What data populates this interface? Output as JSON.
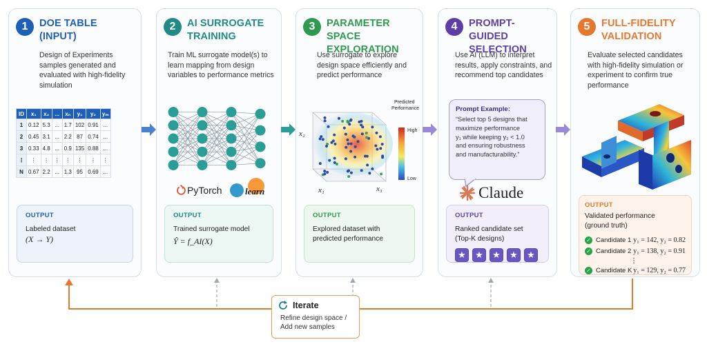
{
  "colors": {
    "step1": "#1e5fb8",
    "step2": "#1f8a86",
    "step3": "#2e9a4f",
    "step4": "#5b3fa6",
    "step5": "#e8772e"
  },
  "steps": [
    {
      "num": "1",
      "title_line1": "DOE TABLE",
      "title_line2": "(INPUT)",
      "desc": "Design of Experiments samples generated and evaluated with high-fidelity simulation",
      "output_label": "OUTPUT",
      "output_line1": "Labeled dataset",
      "output_line2": "(X → Y)"
    },
    {
      "num": "2",
      "title_line1": "AI SURROGATE",
      "title_line2": "TRAINING",
      "desc": "Train ML surrogate model(s) to learn mapping from design variables to performance metrics",
      "output_label": "OUTPUT",
      "output_line1": "Trained surrogate model",
      "output_line2": "Ŷ = f_AI(X)"
    },
    {
      "num": "3",
      "title_line1": "PARAMETER SPACE",
      "title_line2": "EXPLORATION",
      "desc": "Use surrogate to explore design space efficiently and predict performance",
      "output_label": "OUTPUT",
      "output_line1": "Explored dataset with",
      "output_line2": "predicted performance"
    },
    {
      "num": "4",
      "title_line1": "PROMPT-GUIDED",
      "title_line2": "SELECTION",
      "desc": "Use AI (LLM) to interpret results, apply constraints, and recommend top candidates",
      "output_label": "OUTPUT",
      "output_line1": "Ranked candidate set",
      "output_line2": "(Top-K designs)"
    },
    {
      "num": "5",
      "title_line1": "FULL-FIDELITY",
      "title_line2": "VALIDATION",
      "desc": "Evaluate selected candidates with high-fidelity simulation or experiment to confirm true performance",
      "output_label": "OUTPUT",
      "output_line1": "Validated performance",
      "output_line2": "(ground truth)"
    }
  ],
  "doe_table": {
    "headers": [
      "ID",
      "x₁",
      "x₂",
      "...",
      "xₙ",
      "y₁",
      "y₂",
      "yₘ"
    ],
    "rows": [
      [
        "1",
        "0.12",
        "5.3",
        "...",
        "1.7",
        "102",
        "0.91",
        "..."
      ],
      [
        "2",
        "0.45",
        "3.1",
        "...",
        "2.2",
        "87",
        "0.74",
        "..."
      ],
      [
        "3",
        "0.33",
        "4.8",
        "...",
        "0.9",
        "135",
        "0.88",
        "..."
      ],
      [
        "⋮",
        "⋮",
        "⋮",
        "⋮",
        "⋮",
        "⋮",
        "⋮",
        "⋮"
      ],
      [
        "N",
        "0.67",
        "2.2",
        "...",
        "1.3",
        "95",
        "0.69",
        "..."
      ]
    ]
  },
  "logos": {
    "pytorch": "PyTorch",
    "sklearn": "learn",
    "claude": "Claude"
  },
  "scatter": {
    "axis_x1": "x₁",
    "axis_x2": "x₂",
    "axis_x3": "x₃",
    "legend_title_1": "Predicted",
    "legend_title_2": "Performance",
    "legend_high": "High",
    "legend_low": "Low"
  },
  "prompt": {
    "title": "Prompt Example:",
    "line1": "“Select top 5 designs that",
    "line2": "maximize performance",
    "line3": "y₁ while keeping y₂ < 1.0",
    "line4": "and ensuring robustness",
    "line5": "and manufacturability.”"
  },
  "stars_count": 5,
  "candidates": [
    {
      "name": "Candidate 1",
      "vals": "y₁ = 142,  y₂ = 0.82"
    },
    {
      "name": "Candidate 2",
      "vals": "y₁ = 138,  y₂ = 0.91"
    },
    {
      "name": "Candidate K",
      "vals": "y₁ = 129,  y₂ = 0.77"
    }
  ],
  "iterate": {
    "title": "Iterate",
    "line1": "Refine design space /",
    "line2": "Add new samples"
  }
}
